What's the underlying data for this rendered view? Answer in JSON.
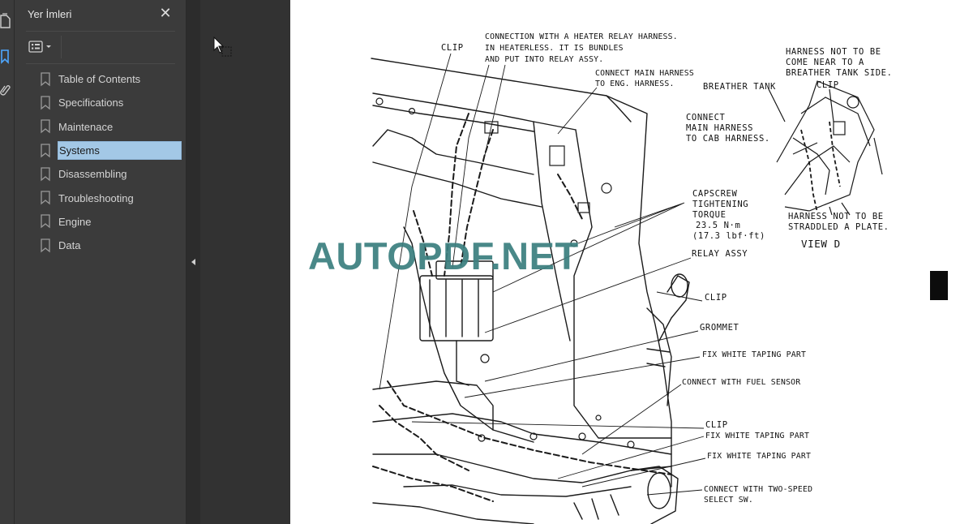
{
  "sidebar": {
    "title": "Yer İmleri",
    "bookmarks": [
      {
        "label": "Table of Contents"
      },
      {
        "label": "Specifications"
      },
      {
        "label": "Maintenace"
      },
      {
        "label": "Systems"
      },
      {
        "label": "Disassembling"
      },
      {
        "label": "Troubleshooting"
      },
      {
        "label": "Engine"
      },
      {
        "label": "Data"
      }
    ],
    "selected_index": 3,
    "selected_color": "#a3c8e6"
  },
  "icons": {
    "rail": [
      "page-thumbnails-icon",
      "bookmarks-icon",
      "attachments-icon"
    ],
    "close": "close-icon",
    "options": "bookmark-options-icon",
    "bookmark": "bookmark-ribbon-icon",
    "collapse": "chevron-left-icon",
    "cursor": "pointer-cursor-icon"
  },
  "document": {
    "watermark": "AUTOPDF.NET",
    "watermark_color": "#3c8080",
    "callouts": {
      "clip_top": "CLIP",
      "heater_1": "CONNECTION WITH A HEATER RELAY HARNESS.",
      "heater_2": "IN HEATERLESS. IT IS BUNDLES",
      "heater_3": "AND PUT INTO RELAY ASSY.",
      "main_1": "CONNECT MAIN HARNESS",
      "main_2": "TO ENG. HARNESS.",
      "near_1": "HARNESS NOT TO BE",
      "near_2": "COME NEAR TO A",
      "near_3": "BREATHER TANK SIDE.",
      "breather": "BREATHER TANK",
      "clip_d": "CLIP",
      "cab_1": "CONNECT",
      "cab_2": "MAIN HARNESS",
      "cab_3": "TO CAB HARNESS.",
      "cap_1": "CAPSCREW",
      "cap_2": "TIGHTENING",
      "cap_3": "TORQUE",
      "cap_4": "23.5 N·m",
      "cap_5": "(17.3 lbf·ft)",
      "straddle_1": "HARNESS NOT TO BE",
      "straddle_2": "STRADDLED A PLATE.",
      "view_d": "VIEW D",
      "relay": "RELAY ASSY",
      "clip_2": "CLIP",
      "grommet": "GROMMET",
      "taping_1": "FIX WHITE TAPING PART",
      "fuel": "CONNECT WITH FUEL SENSOR",
      "clip_3": "CLIP",
      "taping_2": "FIX WHITE TAPING PART",
      "taping_3": "FIX WHITE TAPING PART",
      "two_speed_1": "CONNECT WITH TWO-SPEED",
      "two_speed_2": "SELECT SW."
    }
  }
}
